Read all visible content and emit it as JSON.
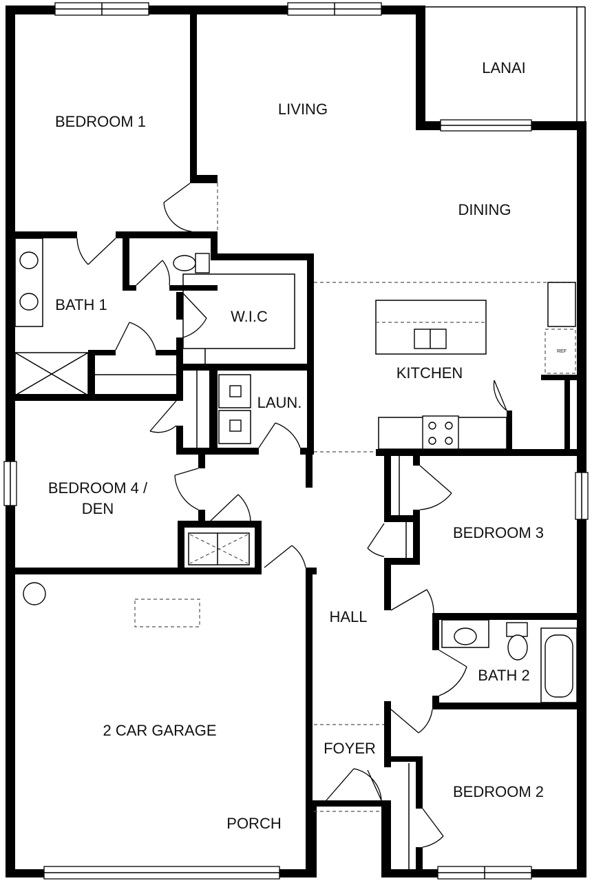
{
  "rooms": {
    "bedroom1": "BEDROOM 1",
    "living": "LIVING",
    "lanai": "LANAI",
    "dining": "DINING",
    "bath1": "BATH 1",
    "wic": "W.I.C",
    "kitchen": "KITCHEN",
    "laundry": "LAUN.",
    "bedroom4_line1": "BEDROOM 4 /",
    "bedroom4_line2": "DEN",
    "bedroom3": "BEDROOM 3",
    "hall": "HALL",
    "bath2": "BATH 2",
    "garage": "2 CAR GARAGE",
    "foyer": "FOYER",
    "bedroom2": "BEDROOM 2",
    "porch": "PORCH"
  },
  "fixtures": {
    "ref": "REF"
  }
}
